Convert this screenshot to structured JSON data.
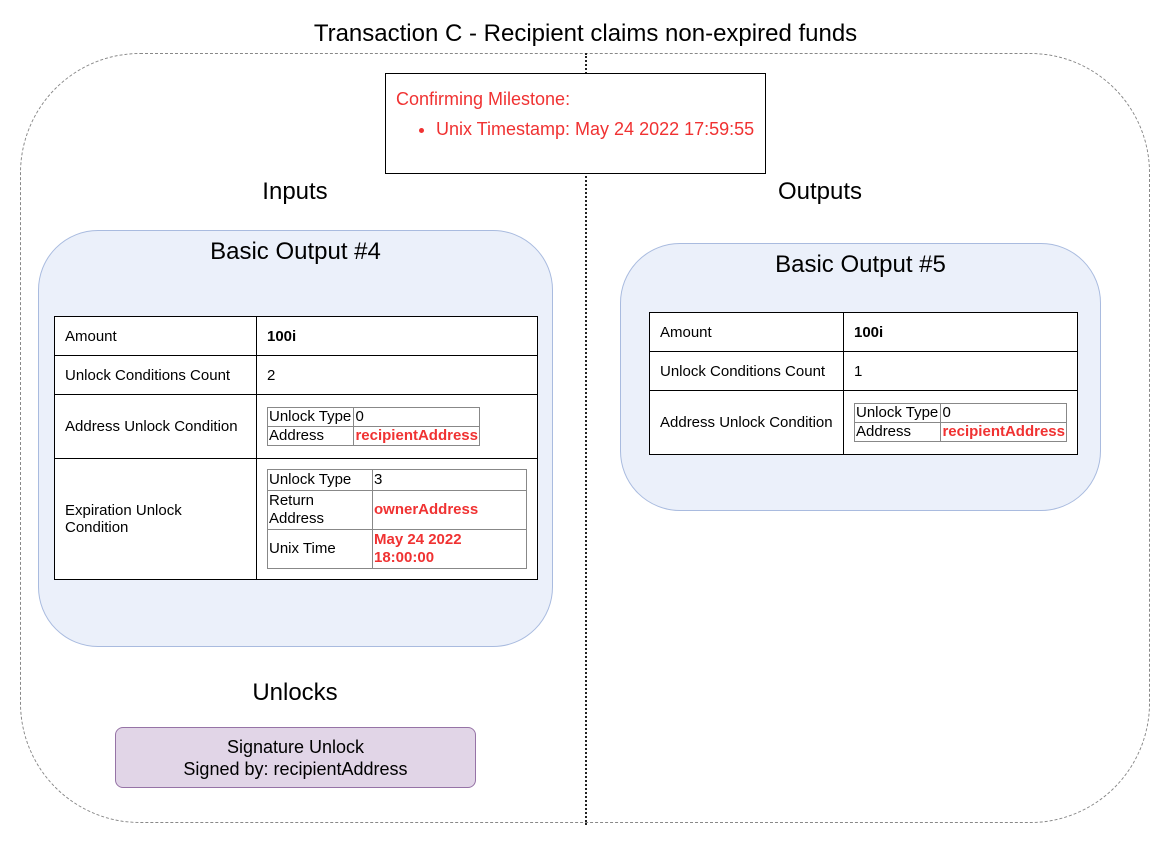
{
  "title": "Transaction C - Recipient claims non-expired funds",
  "milestone": {
    "heading": "Confirming Milestone:",
    "item": "Unix Timestamp: May 24 2022 17:59:55"
  },
  "inputs_label": "Inputs",
  "outputs_label": "Outputs",
  "unlocks_label": "Unlocks",
  "input_output": {
    "title": "Basic Output #4",
    "amount_label": "Amount",
    "amount_value": "100i",
    "count_label": "Unlock Conditions Count",
    "count_value": "2",
    "address_uc_label": "Address Unlock Condition",
    "address_uc": {
      "type_label": "Unlock Type",
      "type_value": "0",
      "address_label": "Address",
      "address_value": "recipientAddress"
    },
    "expiration_uc_label": "Expiration Unlock Condition",
    "expiration_uc": {
      "type_label": "Unlock Type",
      "type_value": "3",
      "return_label": "Return Address",
      "return_value": "ownerAddress",
      "time_label": "Unix Time",
      "time_value": "May 24 2022 18:00:00"
    }
  },
  "output_output": {
    "title": "Basic Output #5",
    "amount_label": "Amount",
    "amount_value": "100i",
    "count_label": "Unlock Conditions Count",
    "count_value": "1",
    "address_uc_label": "Address Unlock Condition",
    "address_uc": {
      "type_label": "Unlock Type",
      "type_value": "0",
      "address_label": "Address",
      "address_value": "recipientAddress"
    }
  },
  "unlock": {
    "line1": "Signature Unlock",
    "line2": "Signed by: recipientAddress"
  },
  "colors": {
    "highlight": "#f03232",
    "card_fill": "#ebf0fa",
    "card_border": "#a9bbdf",
    "unlock_fill": "#e1d5e7",
    "unlock_border": "#9673a6"
  }
}
